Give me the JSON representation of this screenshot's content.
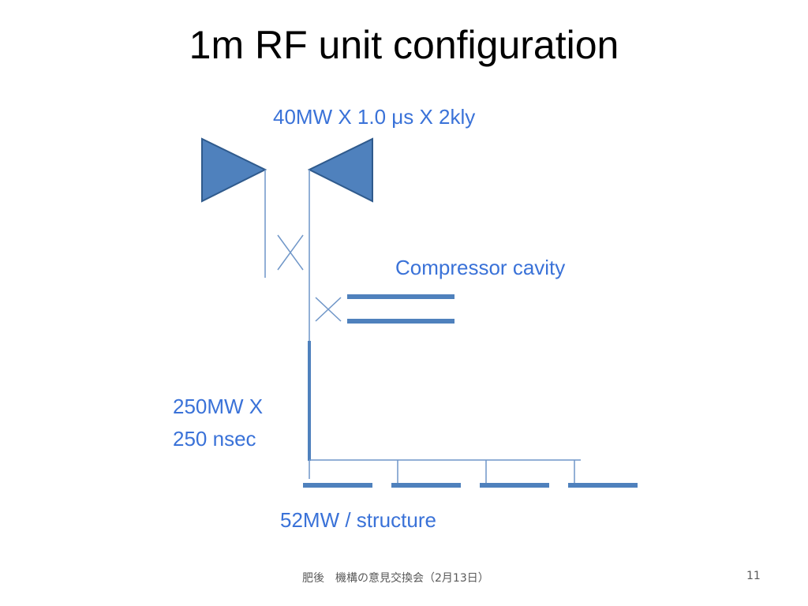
{
  "slide": {
    "title": "1m RF unit configuration",
    "labels": {
      "klystron_pulse": "40MW X 1.0 μs X 2kly",
      "compressor": "Compressor cavity",
      "compressed_power_line1": "250MW X",
      "compressed_power_line2": "250 nsec",
      "structure_power": "52MW / structure"
    },
    "footer": "肥後　機構の意見交換会（2月13日）",
    "page_number": "11"
  },
  "colors": {
    "accent_text": "#3a72d8",
    "shape_fill": "#4f81bd",
    "shape_stroke": "#2f5a8c",
    "thin_line": "#6f96c8"
  },
  "diagram": {
    "klystrons": 2,
    "hybrids": 2,
    "compressor_plates": 2,
    "accelerating_structures": 4
  }
}
